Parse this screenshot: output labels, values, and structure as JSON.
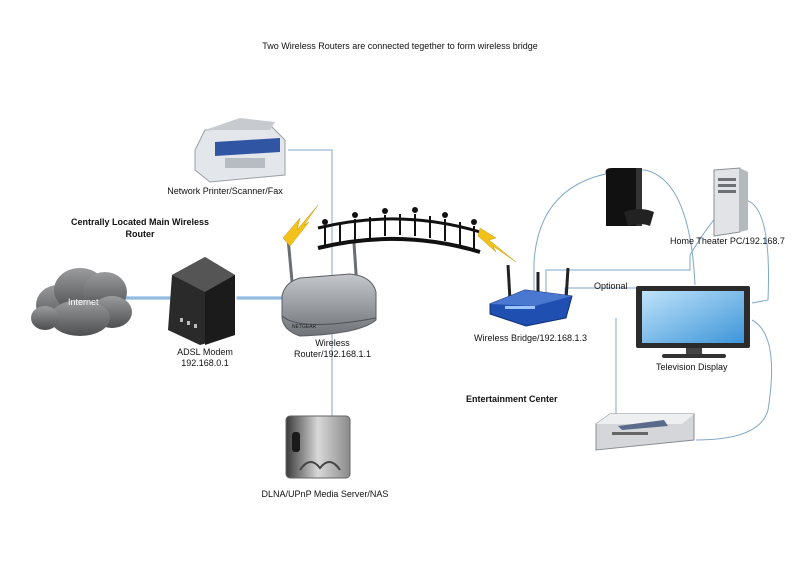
{
  "title": "Two Wireless Routers are connected tegether to form wireless bridge",
  "labels": {
    "printer": "Network Printer/Scanner/Fax",
    "main_router_heading": "Centrally Located Main Wireless Router",
    "internet": "Internet",
    "modem": "ADSL Modem\n192.168.0.1",
    "router": "Wireless\nRouter/192.168.1.1",
    "nas": "DLNA/UPnP Media Server/NAS",
    "bridge": "Wireless Bridge/192.168.1.3",
    "optional": "Optional",
    "htpc": "Home Theater PC/192.168.7",
    "tv": "Television Display",
    "entertainment": "Entertainment Center"
  },
  "colors": {
    "wire": "#7fa7c9",
    "ethernet_glow": "#b9d6f0",
    "lightning": "#f2c21a",
    "router_body": "#8e9298",
    "bridge_blue": "#1f4fb0",
    "cloud": "#6d6e70"
  }
}
